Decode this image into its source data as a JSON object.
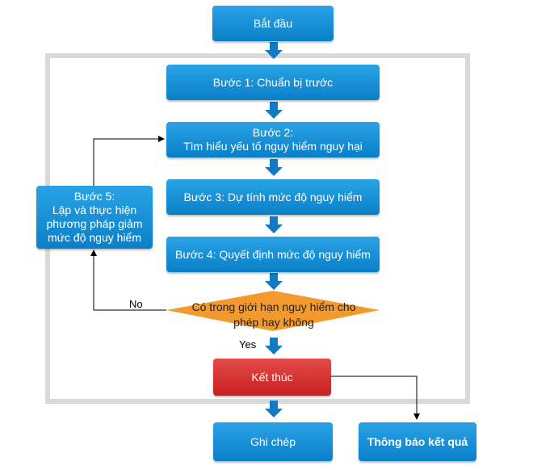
{
  "nodes": {
    "start": "Bắt đầu",
    "step1": "Bước 1: Chuẩn bị trước",
    "step2_line1": "Bước 2:",
    "step2_line2": "Tìm hiểu yếu tố nguy hiểm nguy hại",
    "step3": "Bước 3: Dự tính mức độ nguy hiểm",
    "step4": "Bước 4: Quyết định mức độ nguy hiểm",
    "step5_line1": "Bước 5:",
    "step5_line2": "Lập và thực hiện",
    "step5_line3": "phương pháp giảm",
    "step5_line4": "mức độ nguy hiểm",
    "decision_line1": "Có trong giới hạn nguy hiểm cho",
    "decision_line2": "phép hay không",
    "end": "Kết thúc",
    "record": "Ghi chép",
    "report": "Thông báo kết quả"
  },
  "edge_labels": {
    "no": "No",
    "yes": "Yes"
  },
  "colors": {
    "box": "#0a7fc8",
    "end_box": "#d42a2a",
    "decision": "#f29a2e",
    "frame": "#d9d9d9"
  }
}
